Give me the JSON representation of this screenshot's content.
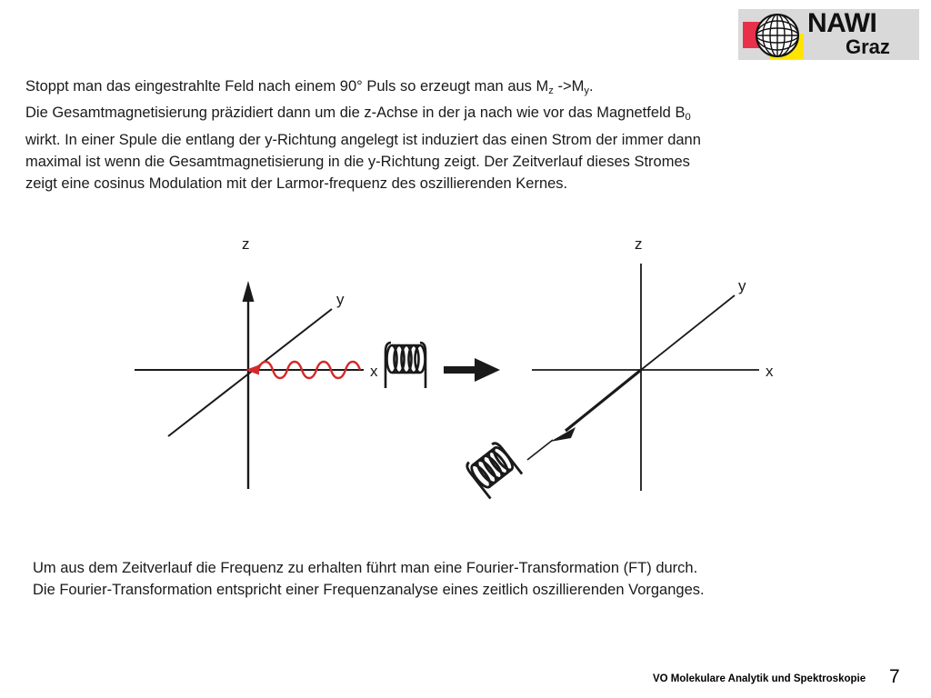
{
  "logo": {
    "name": "NAWI Graz",
    "line1": "NAWI",
    "line2": "Graz",
    "colors": {
      "red": "#e8304a",
      "yellow": "#ffe400",
      "background": "#d9d9d9"
    }
  },
  "top_text": {
    "line1_a": "Stoppt man das eingestrahlte Feld nach einem 90° Puls so erzeugt man aus M",
    "line1_sub1": "z",
    "line1_b": " ->M",
    "line1_sub2": "y",
    "line1_c": ".",
    "line2_a": "Die Gesamtmagnetisierung präzidiert dann um die z-Achse in der ja nach wie vor das Magnetfeld B",
    "line2_sub": "0",
    "line3": "wirkt. In einer Spule die entlang der y-Richtung angelegt ist induziert das einen Strom der immer dann",
    "line4": "maximal ist wenn die Gesamtmagnetisierung in die y-Richtung zeigt. Der Zeitverlauf dieses Stromes",
    "line5": "zeigt eine cosinus Modulation mit der Larmor-frequenz des oszillierenden Kernes."
  },
  "bottom_text": {
    "line1": "Um aus dem Zeitverlauf die Frequenz zu erhalten führt man eine Fourier-Transformation (FT) durch.",
    "line2": "Die Fourier-Transformation entspricht einer Frequenzanalyse eines zeitlich oszillierenden Vorganges."
  },
  "figure": {
    "left_diagram": {
      "axis_z_label": "z",
      "axis_y_label": "y",
      "axis_x_label": "x",
      "rf_wave_color": "#d42a2a",
      "rf_wave_periods": 6,
      "coil_label": "coil-horizontal",
      "description": "90 degree pulse applied along x into coil, magnetization along z"
    },
    "transition_arrow": "→",
    "right_diagram": {
      "axis_z_label": "z",
      "axis_y_label": "y",
      "axis_x_label": "x",
      "magnetization_vector": "-y",
      "coil_label": "coil-rotated",
      "description": "magnetization precessing in xy-plane pointing toward -y, detected by coil"
    }
  },
  "footer": {
    "course": "VO Molekulare Analytik und Spektroskopie",
    "page": "7"
  }
}
